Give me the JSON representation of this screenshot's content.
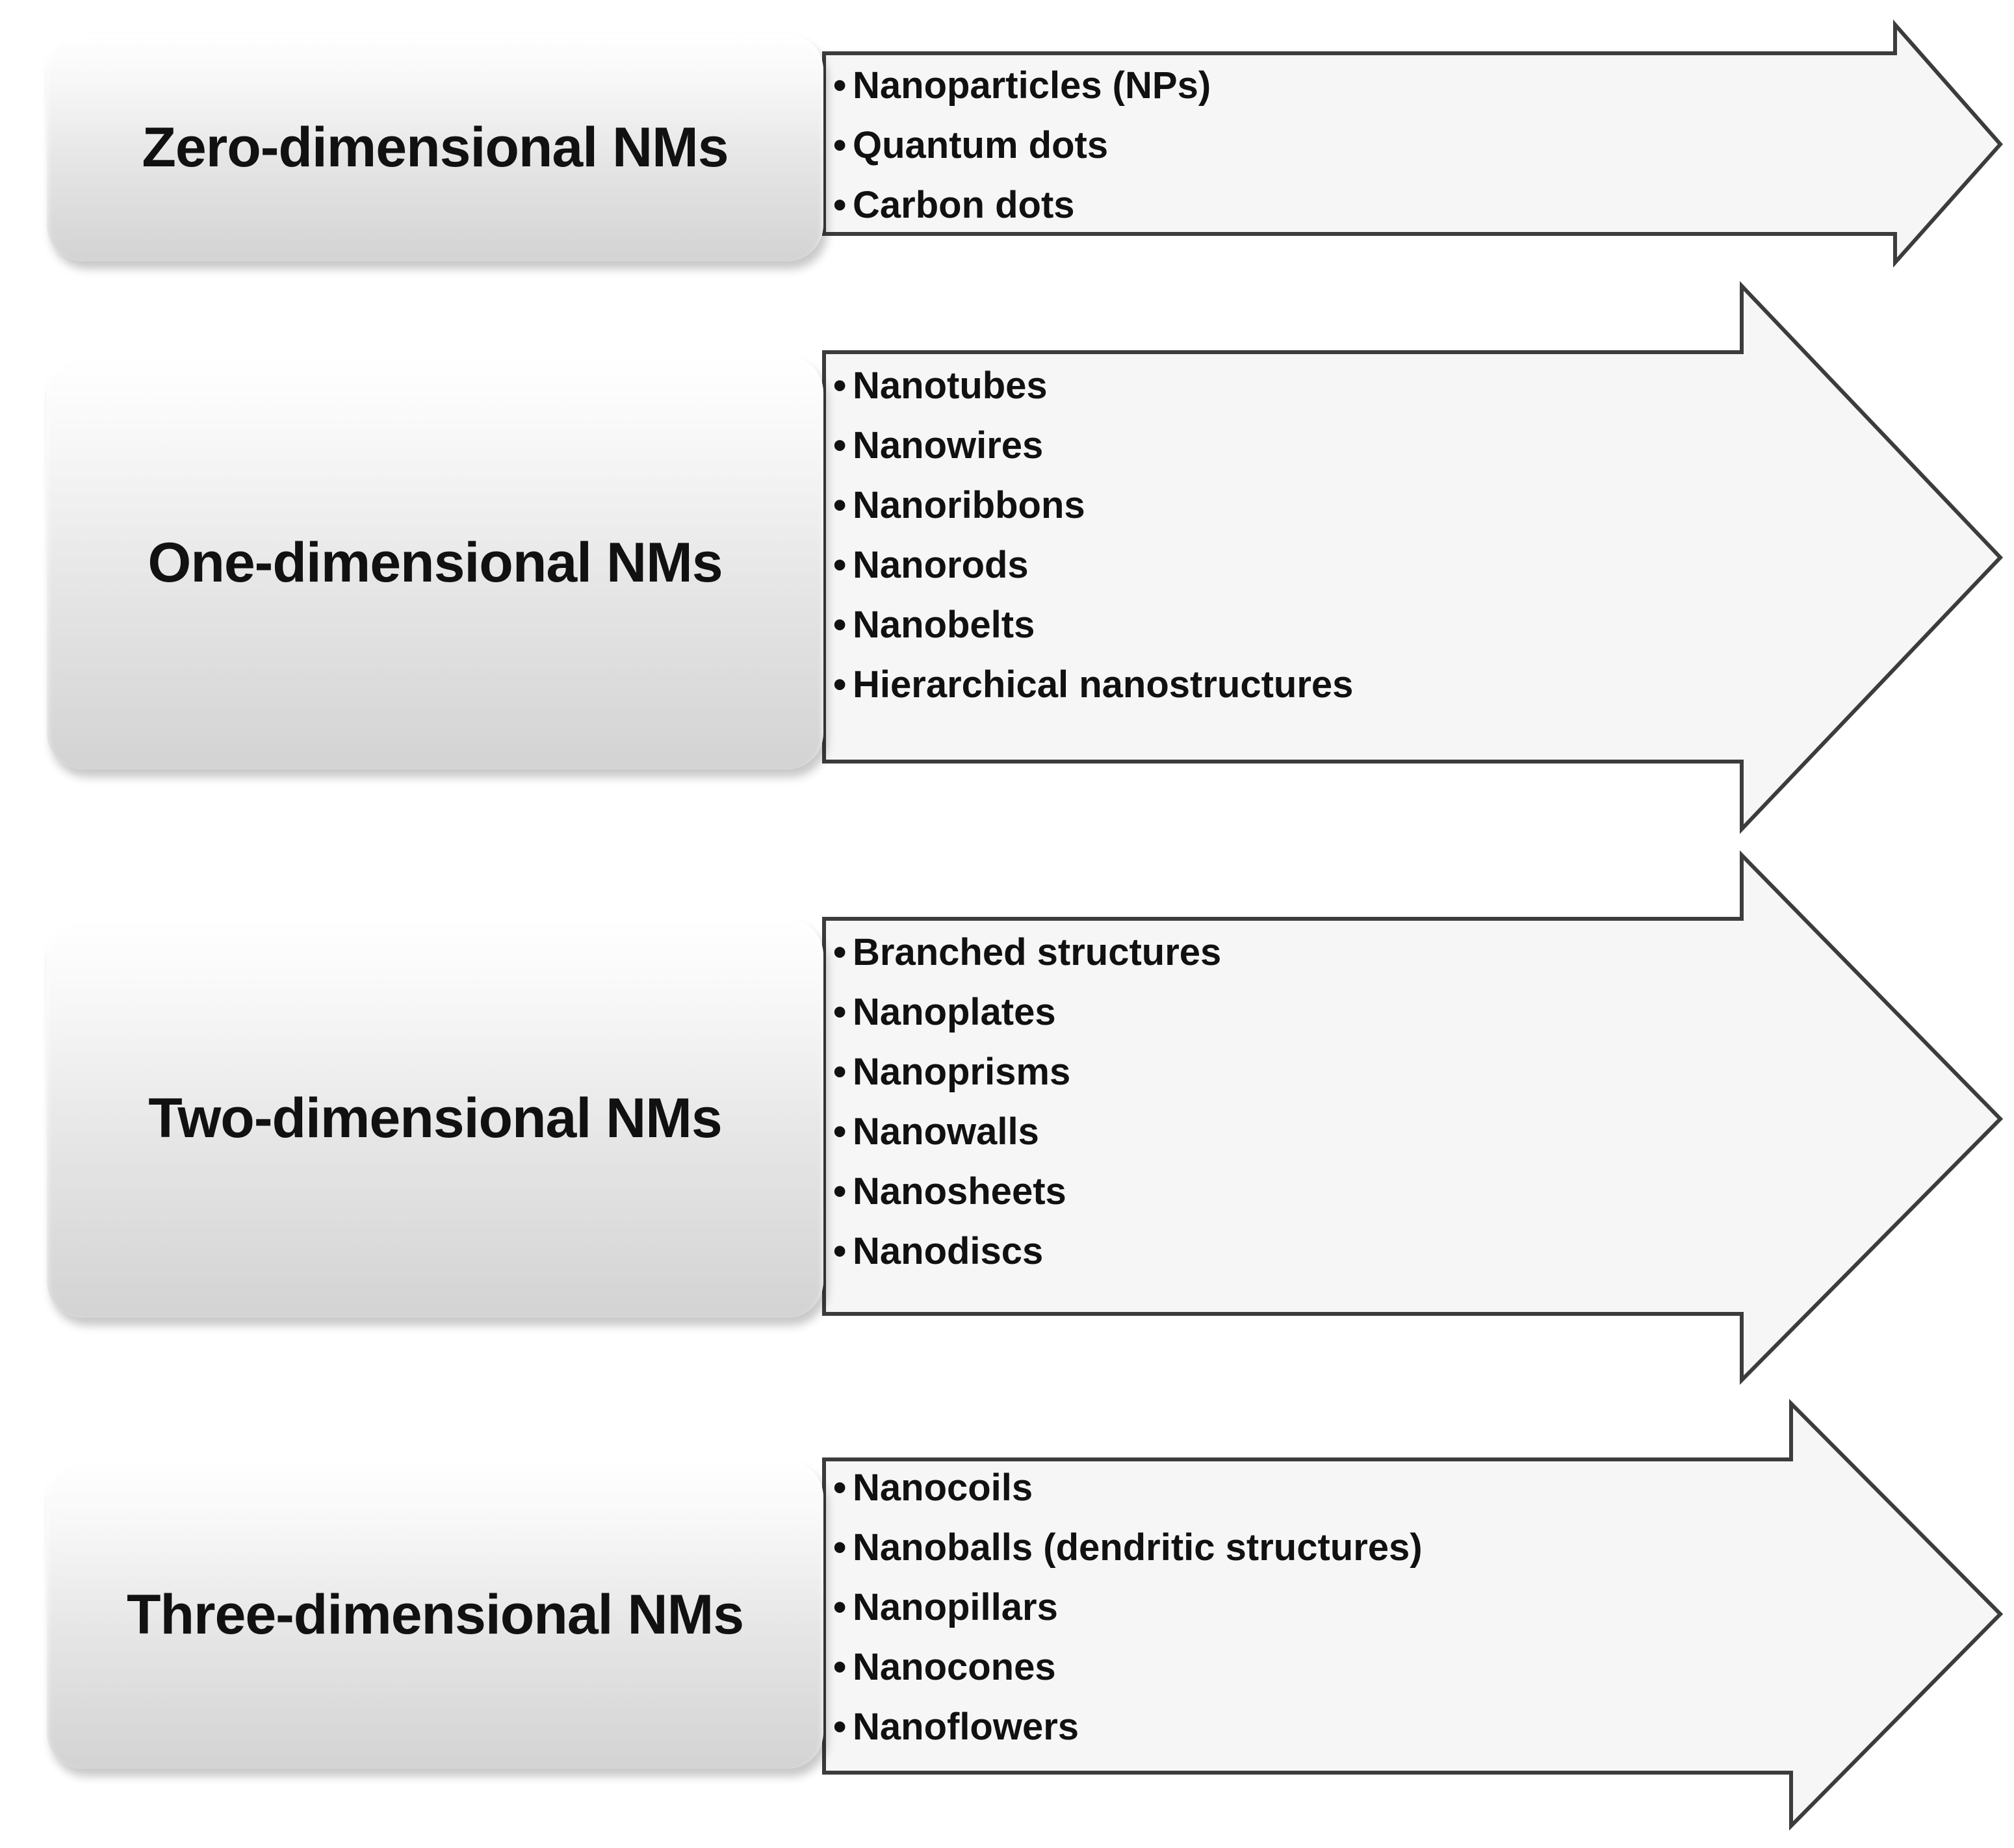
{
  "categories": [
    {
      "label": "Zero-dimensional NMs",
      "items": [
        "Nanoparticles (NPs)",
        "Quantum dots",
        "Carbon dots"
      ]
    },
    {
      "label": "One-dimensional NMs",
      "items": [
        "Nanotubes",
        "Nanowires",
        "Nanoribbons",
        "Nanorods",
        "Nanobelts",
        "Hierarchical nanostructures"
      ]
    },
    {
      "label": "Two-dimensional NMs",
      "items": [
        "Branched structures",
        "Nanoplates",
        "Nanoprisms",
        "Nanowalls",
        "Nanosheets",
        "Nanodiscs"
      ]
    },
    {
      "label": "Three-dimensional NMs",
      "items": [
        "Nanocoils",
        "Nanoballs (dendritic structures)",
        "Nanopillars",
        "Nanocones",
        "Nanoflowers"
      ]
    }
  ],
  "bullet": "•",
  "colors": {
    "arrow_fill": "#f6f6f6",
    "arrow_stroke": "#3c3c3c",
    "text": "#111111"
  }
}
